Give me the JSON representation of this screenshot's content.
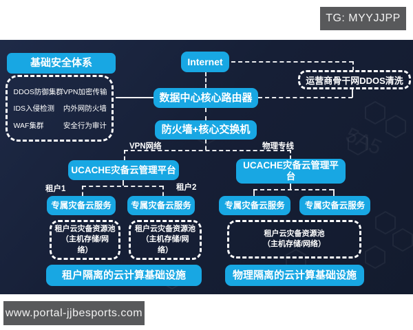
{
  "badges": {
    "tg": "TG: MYYJJPP",
    "url": "www.portal-jjbesports.com"
  },
  "colors": {
    "box_cyan": "#18a7e3",
    "diagram_bg": "#161f36",
    "badge_gray": "#58595b",
    "line_white": "#ffffff"
  },
  "diagram": {
    "security": {
      "title": "基础安全体系",
      "items": [
        "DDOS防御集群",
        "VPN加密传输",
        "IDS入侵检测",
        "内外网防火墙",
        "WAF集群",
        "安全行为审计"
      ]
    },
    "internet": "Internet",
    "ddos_clean": "运营商骨干网DDOS清洗",
    "router": "数据中心核心路由器",
    "firewall": "防火墙+核心交换机",
    "link_labels": {
      "vpn": "VPN网络",
      "physical": "物理专线",
      "tenant1": "租户1",
      "tenant2": "租户2"
    },
    "ucache_left": "UCACHE灾备云管理平台",
    "ucache_right": "UCACHE灾备云管理平台",
    "services": [
      "专属灾备云服务",
      "专属灾备云服务",
      "专属灾备云服务",
      "专属灾备云服务"
    ],
    "pools": [
      "租户云灾备资源池\n（主机存储/网\n络）",
      "租户云灾备资源池\n（主机存储/网\n络）",
      "租户云灾备资源池\n（主机存储/网络）"
    ],
    "foundations": [
      "租户隔离的云计算基础设施",
      "物理隔离的云计算基础设施"
    ]
  }
}
